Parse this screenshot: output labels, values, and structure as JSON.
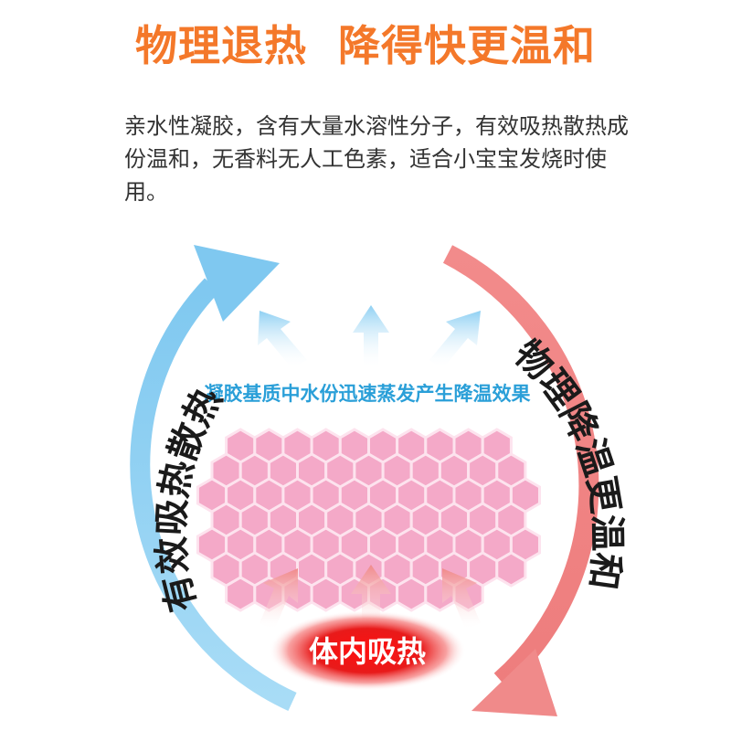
{
  "headline": "物理退热  降得快更温和",
  "description": "亲水性凝胶，含有大量水溶性分子，有效吸热散热成份温和，无香料无人工色素，适合小宝宝发烧时使用。",
  "diagram": {
    "top_caption": "凝胶基质中水份迅速蒸发产生降温效果",
    "left_label": "有效吸热散热",
    "right_label": "物理降温更温和",
    "bottom_label": "体内吸热"
  },
  "colors": {
    "headline": "#f4782a",
    "blue_arrow": "#8fd0f3",
    "red_arrow": "#f08a8a",
    "gel_pink": "#f4a9c8",
    "caption_blue": "#2a9fd8",
    "bottom_glow": "#e01818"
  }
}
